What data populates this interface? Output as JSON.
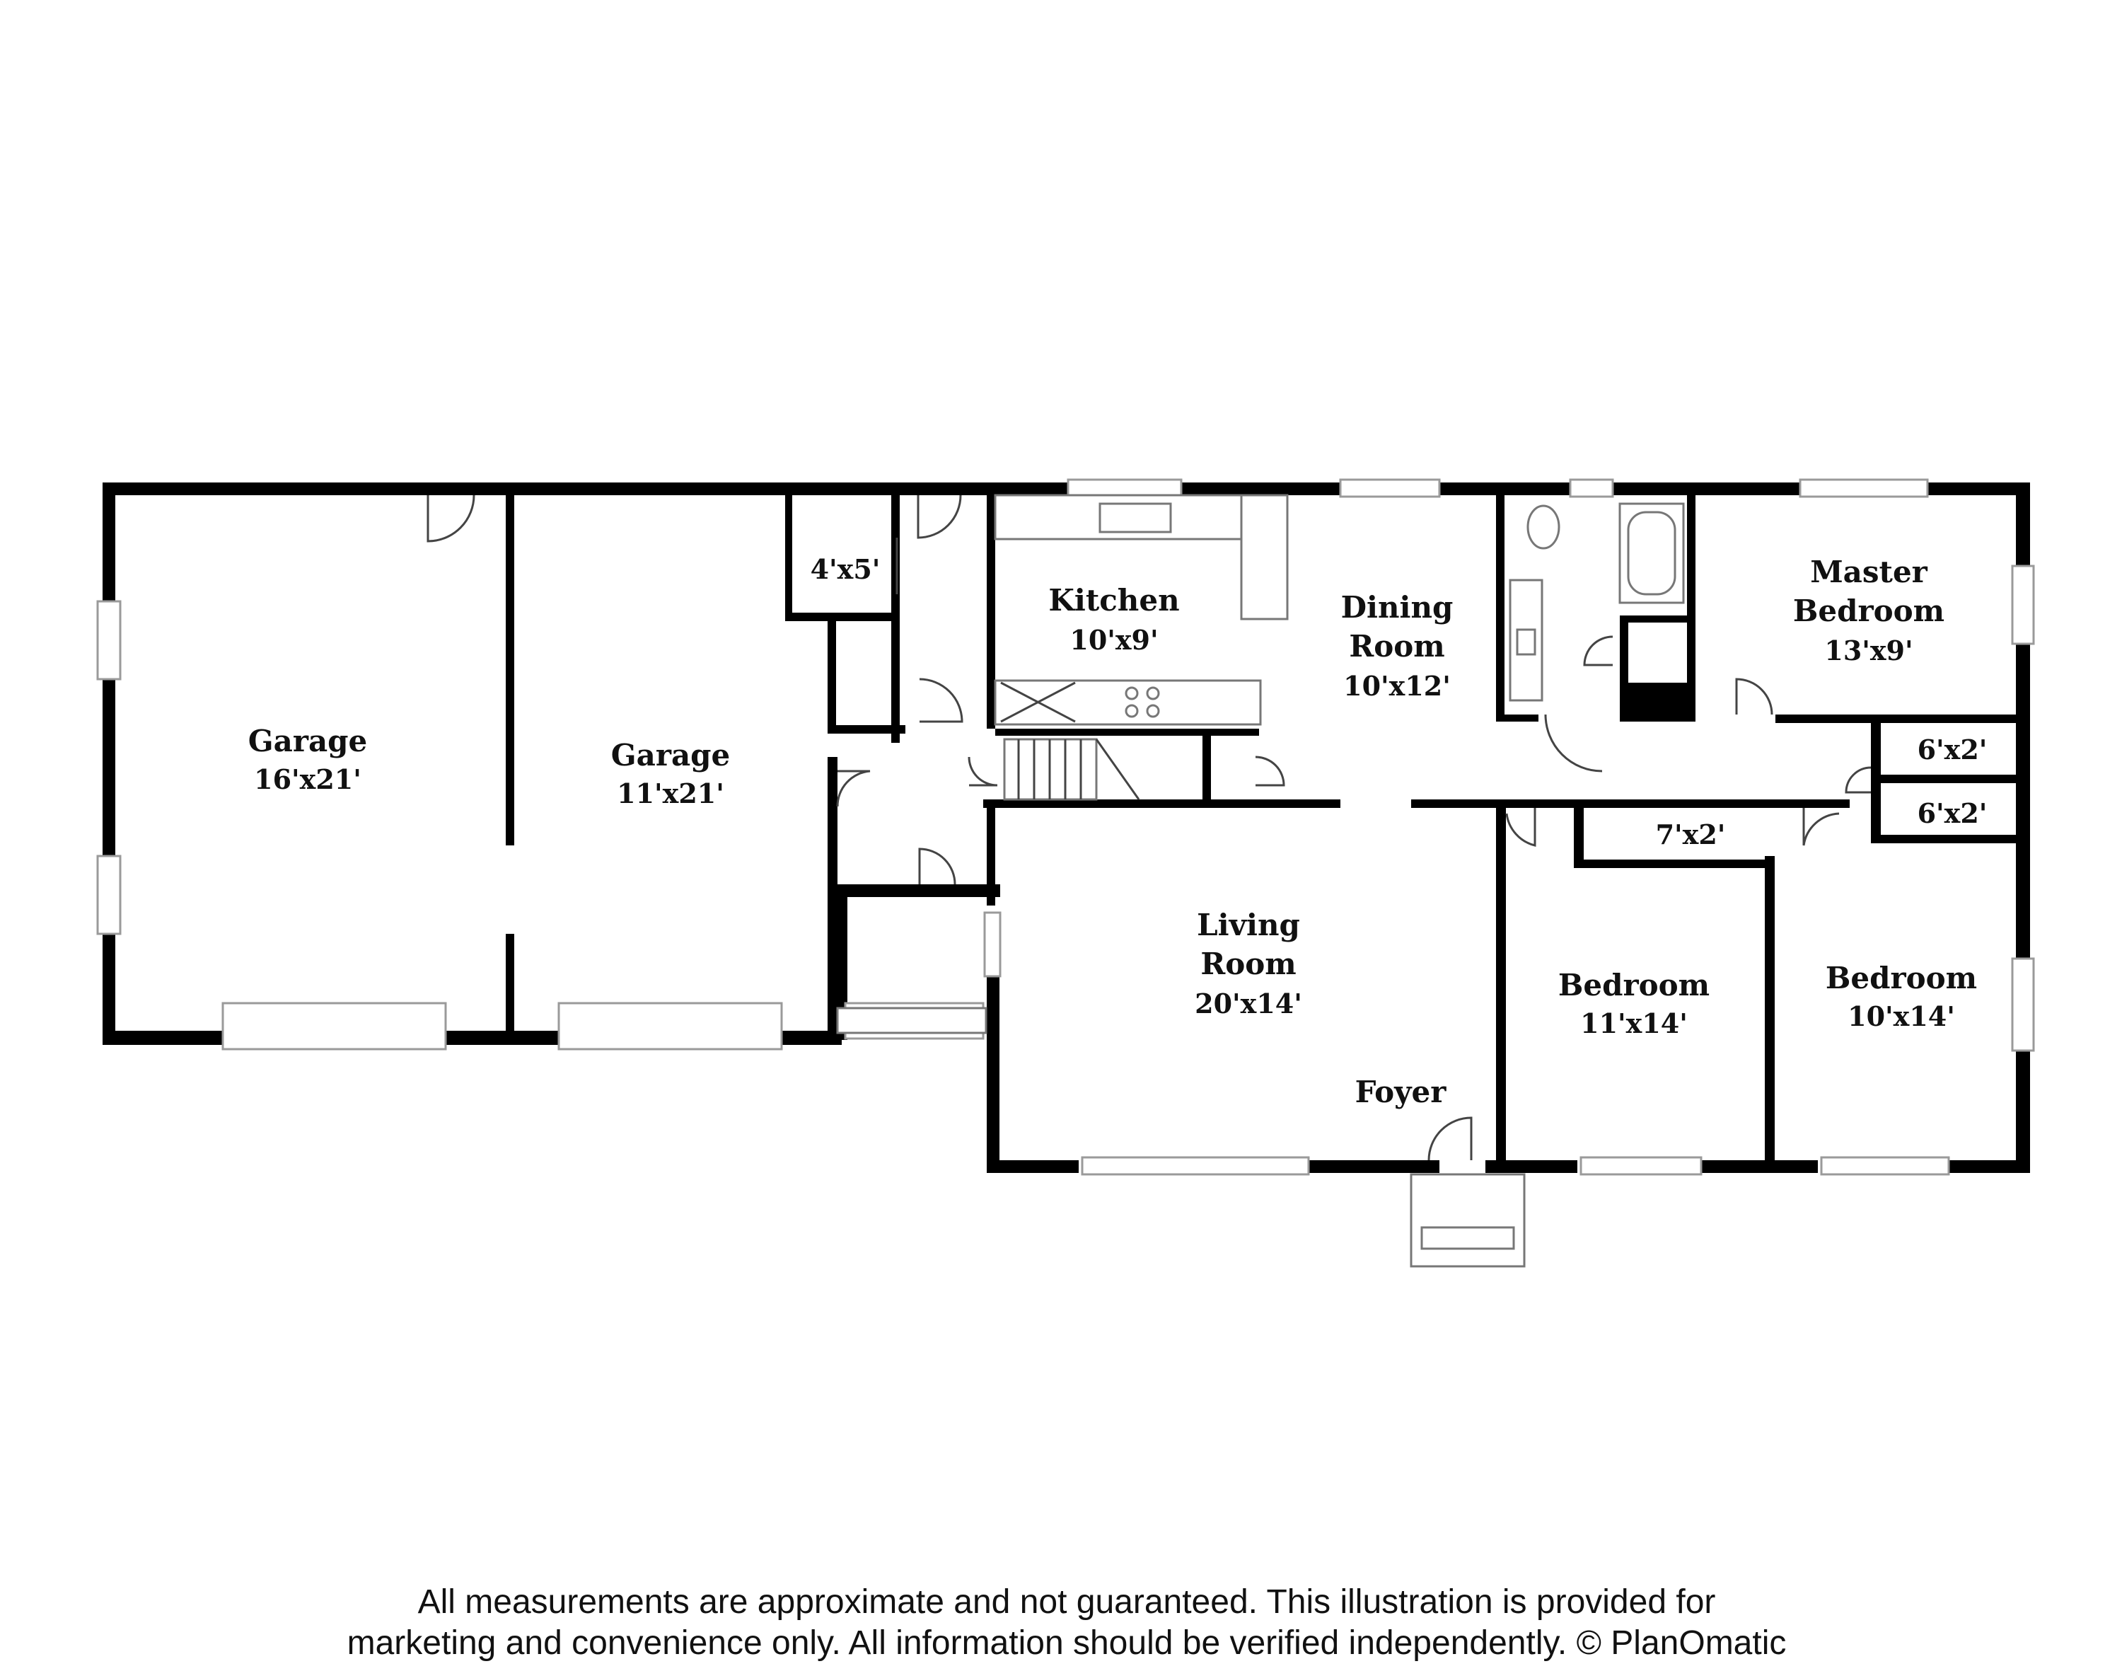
{
  "rooms": {
    "garage1": {
      "name": "Garage",
      "dims": "16'x21'"
    },
    "garage2": {
      "name": "Garage",
      "dims": "11'x21'"
    },
    "closet_4x5": {
      "dims": "4'x5'"
    },
    "kitchen": {
      "name": "Kitchen",
      "dims": "10'x9'"
    },
    "dining": {
      "name_line1": "Dining",
      "name_line2": "Room",
      "dims": "10'x12'"
    },
    "master": {
      "name_line1": "Master",
      "name_line2": "Bedroom",
      "dims": "13'x9'"
    },
    "closet_6x2_a": {
      "dims": "6'x2'"
    },
    "closet_6x2_b": {
      "dims": "6'x2'"
    },
    "closet_7x2": {
      "dims": "7'x2'"
    },
    "living": {
      "name_line1": "Living",
      "name_line2": "Room",
      "dims": "20'x14'"
    },
    "foyer": {
      "name": "Foyer"
    },
    "bedroom2": {
      "name": "Bedroom",
      "dims": "11'x14'"
    },
    "bedroom3": {
      "name": "Bedroom",
      "dims": "10'x14'"
    }
  },
  "disclaimer": {
    "line1": "All measurements are approximate and not guaranteed. This illustration is provided for",
    "line2": "marketing and convenience only. All information should be verified independently. © PlanOmatic"
  }
}
